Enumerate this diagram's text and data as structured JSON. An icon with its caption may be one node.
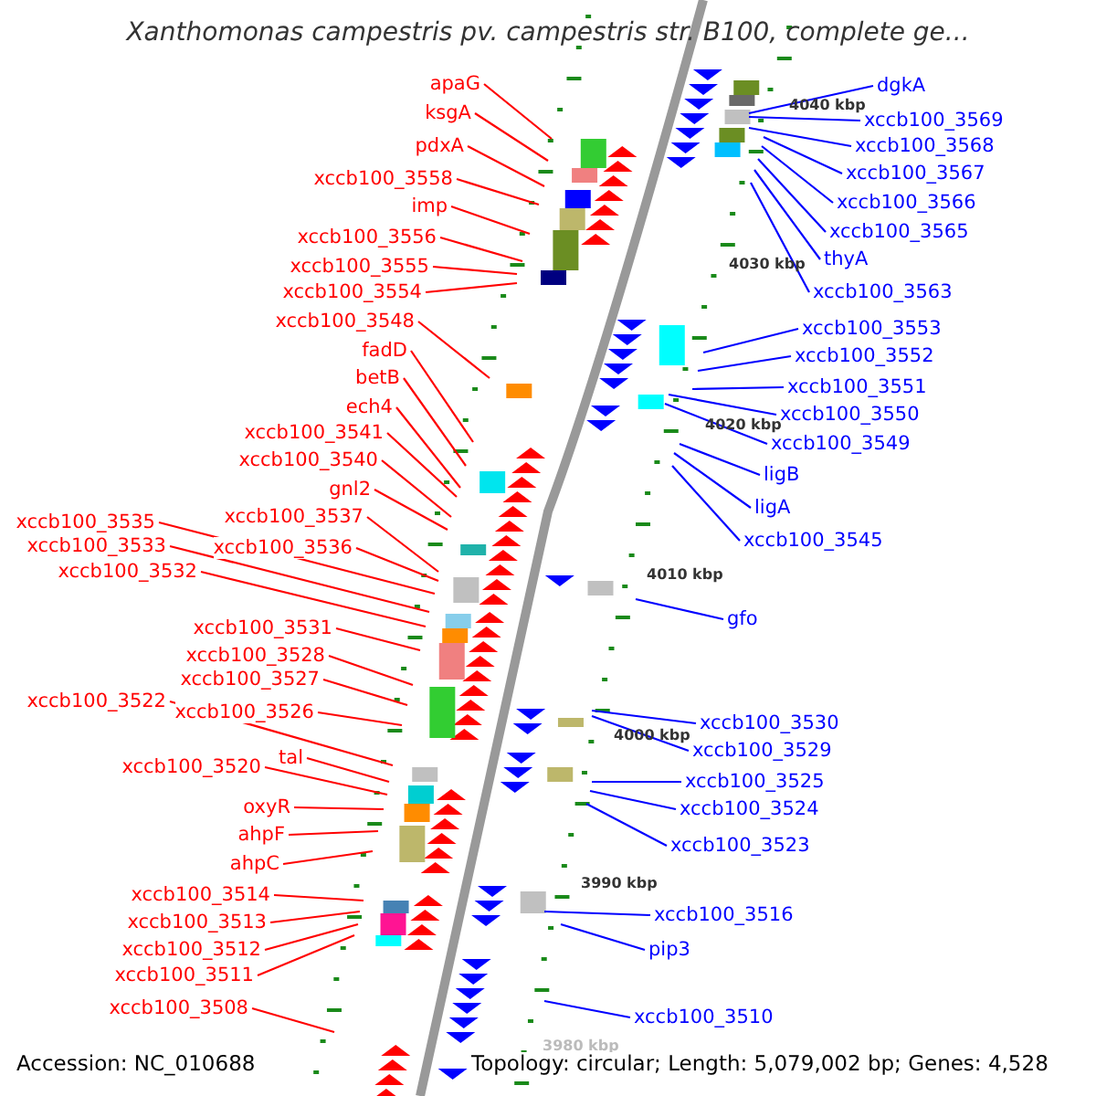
{
  "diagram": {
    "title": "Xanthomonas campestris pv. campestris str. B100, complete ge...",
    "nodes": [
      {
        "text": [
          "apaG"
        ]
      },
      {
        "text": [
          "ksgA"
        ]
      },
      {
        "text": [
          "pdxA"
        ]
      },
      {
        "text": [
          "xccb100_3558"
        ]
      },
      {
        "text": [
          "imp"
        ]
      },
      {
        "text": [
          "xccb100_3556"
        ]
      },
      {
        "text": [
          "xccb100_3555"
        ]
      },
      {
        "text": [
          "xccb100_3554"
        ]
      },
      {
        "text": [
          "xccb100_3548"
        ]
      },
      {
        "text": [
          "fadD"
        ]
      },
      {
        "text": [
          "betB"
        ]
      },
      {
        "text": [
          "ech4"
        ]
      },
      {
        "text": [
          "xccb100_3541"
        ]
      },
      {
        "text": [
          "xccb100_3540"
        ]
      },
      {
        "text": [
          "gnl2"
        ]
      },
      {
        "text": [
          "xccb100_3537"
        ]
      },
      {
        "text": [
          "xccb100_3535"
        ]
      },
      {
        "text": [
          "xccb100_3536"
        ]
      },
      {
        "text": [
          "xccb100_3533"
        ]
      },
      {
        "text": [
          "xccb100_3532"
        ]
      },
      {
        "text": [
          "xccb100_3531"
        ]
      },
      {
        "text": [
          "xccb100_3528"
        ]
      },
      {
        "text": [
          "xccb100_3527"
        ]
      },
      {
        "text": [
          "xccb100_3522"
        ]
      },
      {
        "text": [
          "xccb100_3526"
        ]
      },
      {
        "text": [
          "tal"
        ]
      },
      {
        "text": [
          "xccb100_3520"
        ]
      },
      {
        "text": [
          "oxyR"
        ]
      },
      {
        "text": [
          "ahpF"
        ]
      },
      {
        "text": [
          "ahpC"
        ]
      },
      {
        "text": [
          "xccb100_3514"
        ]
      },
      {
        "text": [
          "xccb100_3513"
        ]
      },
      {
        "text": [
          "xccb100_3512"
        ]
      },
      {
        "text": [
          "xccb100_3511"
        ]
      },
      {
        "text": [
          "xccb100_3508"
        ]
      },
      {
        "text": [
          "dgkA"
        ]
      },
      {
        "text": [
          "xccb100_3569"
        ]
      },
      {
        "text": [
          "xccb100_3568"
        ]
      },
      {
        "text": [
          "xccb100_3567"
        ]
      },
      {
        "text": [
          "xccb100_3566"
        ]
      },
      {
        "text": [
          "xccb100_3565"
        ]
      },
      {
        "text": [
          "thyA"
        ]
      },
      {
        "text": [
          "xccb100_3563"
        ]
      },
      {
        "text": [
          "xccb100_3553"
        ]
      },
      {
        "text": [
          "xccb100_3552"
        ]
      },
      {
        "text": [
          "xccb100_3551"
        ]
      },
      {
        "text": [
          "xccb100_3550"
        ]
      },
      {
        "text": [
          "xccb100_3549"
        ]
      },
      {
        "text": [
          "ligB"
        ]
      },
      {
        "text": [
          "ligA"
        ]
      },
      {
        "text": [
          "xccb100_3545"
        ]
      },
      {
        "text": [
          "gfo"
        ]
      },
      {
        "text": [
          "xccb100_3530"
        ]
      },
      {
        "text": [
          "xccb100_3529"
        ]
      },
      {
        "text": [
          "xccb100_3525"
        ]
      },
      {
        "text": [
          "xccb100_3524"
        ]
      },
      {
        "text": [
          "xccb100_3523"
        ]
      },
      {
        "text": [
          "xccb100_3516"
        ]
      },
      {
        "text": [
          "pip3"
        ]
      },
      {
        "text": [
          "xccb100_3510"
        ]
      }
    ],
    "edges": [
      {
        "from": 0,
        "to": null,
        "arrow": "none"
      },
      {
        "from": 1,
        "to": null,
        "arrow": "none"
      },
      {
        "from": 2,
        "to": null,
        "arrow": "none"
      },
      {
        "from": 3,
        "to": null,
        "arrow": "none"
      },
      {
        "from": 4,
        "to": null,
        "arrow": "none"
      },
      {
        "from": 5,
        "to": null,
        "arrow": "none"
      },
      {
        "from": 6,
        "to": null,
        "arrow": "none"
      },
      {
        "from": 7,
        "to": null,
        "arrow": "none"
      },
      {
        "from": 8,
        "to": null,
        "arrow": "none"
      },
      {
        "from": 9,
        "to": null,
        "arrow": "none"
      },
      {
        "from": 10,
        "to": null,
        "arrow": "none"
      },
      {
        "from": 11,
        "to": null,
        "arrow": "none"
      },
      {
        "from": 12,
        "to": null,
        "arrow": "none"
      },
      {
        "from": 13,
        "to": null,
        "arrow": "none"
      },
      {
        "from": 14,
        "to": null,
        "arrow": "none"
      },
      {
        "from": 15,
        "to": null,
        "arrow": "none"
      },
      {
        "from": 16,
        "to": null,
        "arrow": "none"
      },
      {
        "from": 17,
        "to": null,
        "arrow": "none"
      },
      {
        "from": 18,
        "to": null,
        "arrow": "none"
      },
      {
        "from": 19,
        "to": null,
        "arrow": "none"
      },
      {
        "from": 20,
        "to": null,
        "arrow": "none"
      },
      {
        "from": 21,
        "to": null,
        "arrow": "none"
      },
      {
        "from": 22,
        "to": null,
        "arrow": "none"
      },
      {
        "from": 23,
        "to": null,
        "arrow": "none"
      },
      {
        "from": 24,
        "to": null,
        "arrow": "none"
      },
      {
        "from": 25,
        "to": null,
        "arrow": "none"
      },
      {
        "from": 26,
        "to": null,
        "arrow": "none"
      },
      {
        "from": 27,
        "to": null,
        "arrow": "none"
      },
      {
        "from": 28,
        "to": null,
        "arrow": "none"
      },
      {
        "from": 29,
        "to": null,
        "arrow": "none"
      },
      {
        "from": 30,
        "to": null,
        "arrow": "none"
      },
      {
        "from": 31,
        "to": null,
        "arrow": "none"
      },
      {
        "from": 32,
        "to": null,
        "arrow": "none"
      },
      {
        "from": 33,
        "to": null,
        "arrow": "none"
      },
      {
        "from": 34,
        "to": null,
        "arrow": "none"
      },
      {
        "from": 35,
        "to": null,
        "arrow": "none",
        "color": "#0000ff"
      },
      {
        "from": 36,
        "to": null,
        "arrow": "none",
        "color": "#0000ff"
      },
      {
        "from": 37,
        "to": null,
        "arrow": "none",
        "color": "#0000ff"
      },
      {
        "from": 38,
        "to": null,
        "arrow": "none",
        "color": "#0000ff"
      },
      {
        "from": 39,
        "to": null,
        "arrow": "none",
        "color": "#0000ff"
      },
      {
        "from": 40,
        "to": null,
        "arrow": "none",
        "color": "#0000ff"
      },
      {
        "from": 41,
        "to": null,
        "arrow": "none",
        "color": "#0000ff"
      },
      {
        "from": 42,
        "to": null,
        "arrow": "none",
        "color": "#0000ff"
      },
      {
        "from": 43,
        "to": null,
        "arrow": "none",
        "color": "#0000ff"
      },
      {
        "from": 44,
        "to": null,
        "arrow": "none",
        "color": "#0000ff"
      },
      {
        "from": 45,
        "to": null,
        "arrow": "none",
        "color": "#0000ff"
      },
      {
        "from": 46,
        "to": null,
        "arrow": "none",
        "color": "#0000ff"
      },
      {
        "from": 47,
        "to": null,
        "arrow": "none",
        "color": "#0000ff"
      },
      {
        "from": 48,
        "to": null,
        "arrow": "none",
        "color": "#0000ff"
      },
      {
        "from": 49,
        "to": null,
        "arrow": "none",
        "color": "#0000ff"
      },
      {
        "from": 50,
        "to": null,
        "arrow": "none",
        "color": "#0000ff"
      },
      {
        "from": 51,
        "to": null,
        "arrow": "none",
        "color": "#0000ff"
      },
      {
        "from": 52,
        "to": null,
        "arrow": "none",
        "color": "#0000ff"
      },
      {
        "from": 53,
        "to": null,
        "arrow": "none",
        "color": "#0000ff"
      },
      {
        "from": 54,
        "to": null,
        "arrow": "none",
        "color": "#0000ff"
      },
      {
        "from": 55,
        "to": null,
        "arrow": "none",
        "color": "#0000ff"
      },
      {
        "from": 56,
        "to": null,
        "arrow": "none",
        "color": "#0000ff"
      },
      {
        "from": 57,
        "to": null,
        "arrow": "none",
        "color": "#0000ff"
      },
      {
        "from": 58,
        "to": null,
        "arrow": "none",
        "color": "#0000ff"
      },
      {
        "from": 59,
        "to": null,
        "arrow": "none",
        "color": "#0000ff"
      }
    ],
    "labels": [
      "4040 kbp",
      "4030 kbp",
      "4020 kbp",
      "4010 kbp",
      "4000 kbp",
      "3990 kbp",
      "3980 kbp",
      "Accession: NC_010688",
      "Topology: circular; Length: 5,079,002 bp; Genes: 4,528"
    ]
  }
}
